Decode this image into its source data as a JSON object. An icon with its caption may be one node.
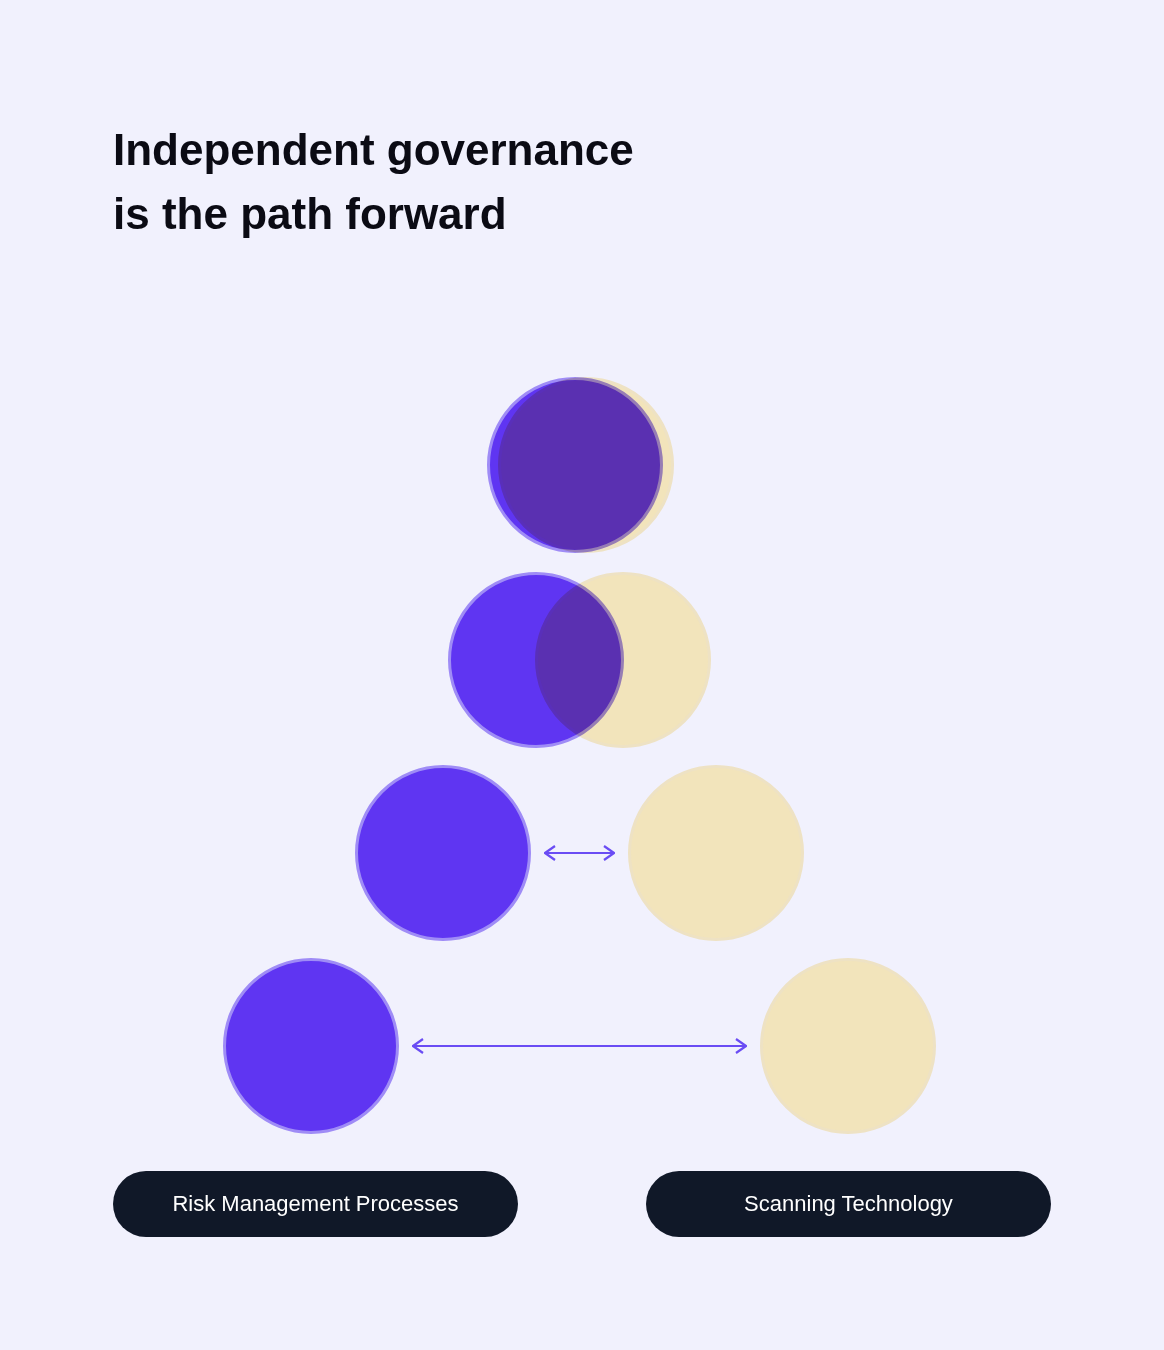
{
  "diagram": {
    "title": "Independent governance is the path forward",
    "nodes": [
      {
        "text": [],
        "shape": "circle"
      },
      {
        "text": [],
        "shape": "circle"
      },
      {
        "text": [],
        "shape": "circle"
      },
      {
        "text": [],
        "shape": "circle"
      },
      {
        "text": [],
        "shape": "circle"
      },
      {
        "text": [],
        "shape": "circle"
      },
      {
        "text": [],
        "shape": "circle"
      },
      {
        "text": [],
        "shape": "circle"
      },
      {
        "text": [
          "Risk Management Processes"
        ]
      },
      {
        "text": [
          "Scanning Technology"
        ]
      }
    ],
    "edges": [
      {
        "from": 4,
        "to": 5,
        "arrow": "both"
      },
      {
        "from": 6,
        "to": 7,
        "arrow": "both"
      }
    ]
  }
}
